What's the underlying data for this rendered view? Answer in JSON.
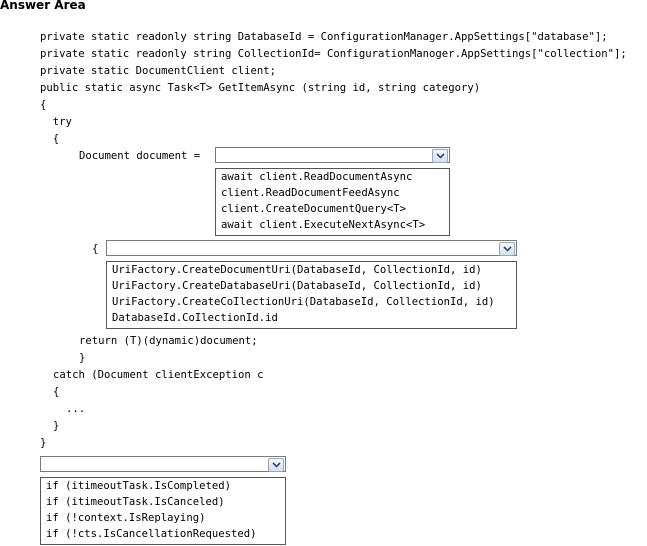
{
  "title": "Answer Area",
  "code": {
    "line1": "private static readonly string DatabaseId = ConfigurationManager.AppSettings[\"database\"];",
    "line2": "private static readonly string CollectionId= ConfigurationManoger.AppSettings[\"collection\"];",
    "line3": "private static DocumentClient client;",
    "line4": "public static async Task<T> GetItemAsync (string id, string category)",
    "line5": "{",
    "line6": "  try",
    "line7": "  {",
    "line8": "Document document =",
    "line9": "{",
    "line10": "return (T)(dynamic)document;",
    "line11": "}",
    "line12": "catch (Document clientException c",
    "line13": "{",
    "line14": "...",
    "line15": "}",
    "line16": "}"
  },
  "dropdown1": {
    "options": [
      "await client.ReadDocumentAsync",
      "client.ReadDocumentFeedAsync",
      "client.CreateDocumentQuery<T>",
      "await client.ExecuteNextAsync<T>"
    ]
  },
  "dropdown2": {
    "options": [
      "UriFactory.CreateDocumentUri(DatabaseId, CollectionId, id)",
      "UriFactory.CreateDatabaseUri(DatabaseId, CollectionId, id)",
      "UriFactory.CreateCoIlectionUri(DatabaseId, CollectionId, id)",
      "DatabaseId.CoIlectionId.id"
    ]
  },
  "dropdown3": {
    "options": [
      "if (itimeoutTask.IsCompleted)",
      "if (itimeoutTask.IsCanceled)",
      "if (!context.IsReplaying)",
      "if (!cts.IsCancellationRequested)"
    ]
  },
  "icons": {
    "dropdown_arrow": "chevron-down-icon"
  }
}
